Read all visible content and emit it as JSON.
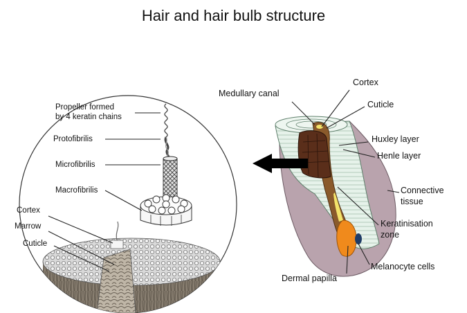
{
  "title": "Hair and hair bulb structure",
  "left_labels": {
    "propeller_line1": "Propeller formed",
    "propeller_line2": "by 4 keratin chains",
    "protofibrilis": "Protofibrilis",
    "microfibrilis": "Microfibrilis",
    "macrofibrilis": "Macrofibrilis",
    "cortex": "Cortex",
    "marrow": "Marrow",
    "cuticle": "Cuticle"
  },
  "right_labels": {
    "medullary_canal": "Medullary canal",
    "cortex": "Cortex",
    "cuticle": "Cuticle",
    "huxley_layer": "Huxley layer",
    "henle_layer": "Henle layer",
    "connective_line1": "Connective",
    "connective_line2": "tissue",
    "keratinisation_line1": "Keratinisation",
    "keratinisation_line2": "zone",
    "melanocyte_cells": "Melanocyte cells",
    "dermal_papilla": "Dermal papilla"
  },
  "colors": {
    "hair_shaft": "#8a5a2b",
    "medulla": "#5a2e1a",
    "connective_tissue": "#b9a3ad",
    "follicle_layers": "#dfeee6",
    "keratinisation": "#f3e36a",
    "dermal_papilla": "#f08a1c",
    "melanocyte": "#1f3c66",
    "arrow": "#000000"
  }
}
